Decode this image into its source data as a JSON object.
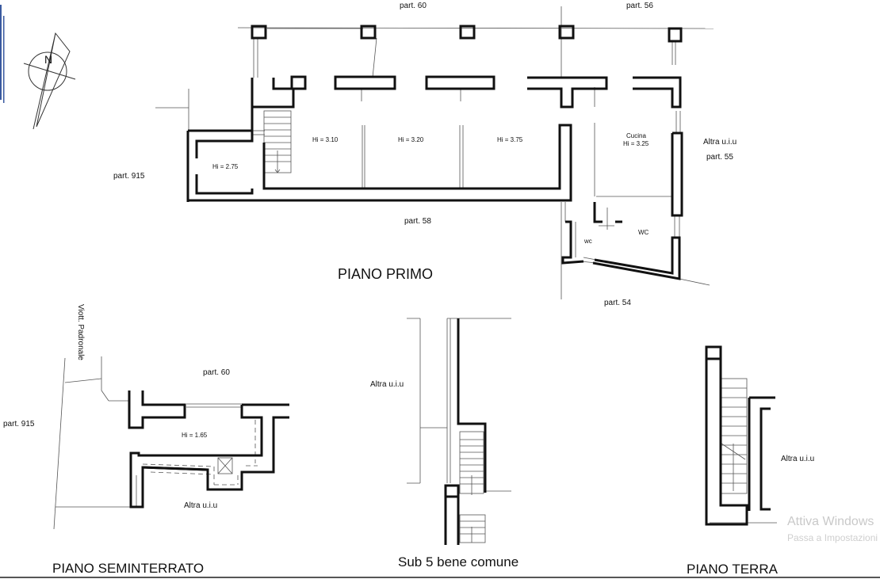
{
  "plan_title": "PIANO PRIMO",
  "parcels": {
    "part_60_top": "part. 60",
    "part_56": "part. 56",
    "part_915_top": "part.  915",
    "part_58": "part. 58",
    "part_54": "part. 54",
    "part_55": "part.  55",
    "part_60_basement": "part. 60",
    "part_915_basement": "part. 915"
  },
  "rooms": {
    "hi_275": "Hi = 2.75",
    "hi_310": "Hi = 3.10",
    "hi_320": "Hi = 3.20",
    "hi_375": "Hi = 3.75",
    "cucina": "Cucina",
    "hi_325": "Hi = 3.25",
    "wc_1": "wc",
    "wc_2": "WC",
    "hi_165": "Hi = 1.65"
  },
  "altra_uiu": {
    "primo": "Altra u.i.u",
    "seminterrato": "Altra u.i.u",
    "sub5": "Altra u.i.u",
    "terra": "Altra u.i.u"
  },
  "viott_padronale": "Viott. Padronale",
  "north_letter": "N",
  "floor_titles": {
    "seminterrato": "PIANO SEMINTERRATO",
    "sub5": "Sub 5 bene comune",
    "terra": "PIANO TERRA"
  },
  "watermark": {
    "line1": "Attiva Windows",
    "line2": "Passa a Impostazioni"
  },
  "colors": {
    "wall": "#111111",
    "thin": "#555555",
    "watermark": "#c9c9c9"
  }
}
